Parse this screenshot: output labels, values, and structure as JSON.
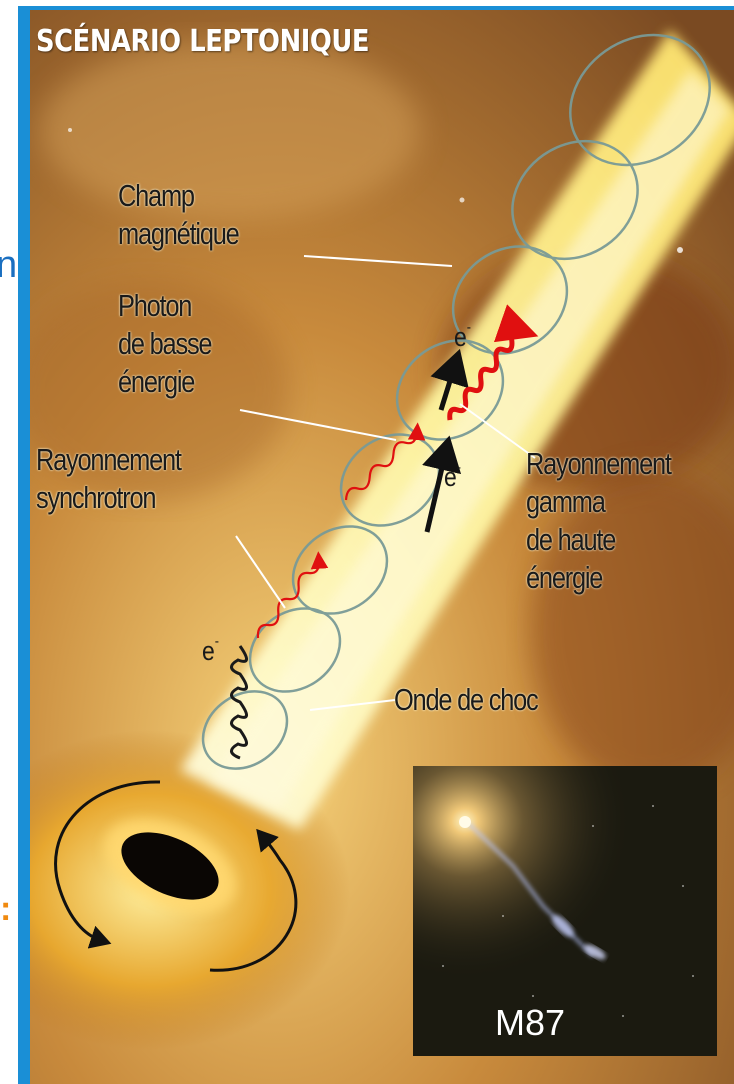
{
  "title": "SCÉNARIO LEPTONIQUE",
  "labels": {
    "champ_line1": "Champ",
    "champ_line2": "magnétique",
    "photon_line1": "Photon",
    "photon_line2": "de basse",
    "photon_line3": "énergie",
    "sync_line1": "Rayonnement",
    "sync_line2": "synchrotron",
    "gamma_line1": "Rayonnement",
    "gamma_line2": "gamma",
    "gamma_line3": "de haute",
    "gamma_line4": "énergie",
    "shock": "Onde de choc"
  },
  "electron": {
    "symbol": "e",
    "charge": "-"
  },
  "inset": {
    "label": "M87"
  },
  "colors": {
    "frame": "#1a8fd6",
    "title": "#ffffff",
    "red_wave": "#e01010",
    "helix": "#7a9a96",
    "jet": "#fff7a8",
    "inset_bg": "#1b1a10"
  },
  "side_glyphs": [
    "n",
    ":"
  ]
}
